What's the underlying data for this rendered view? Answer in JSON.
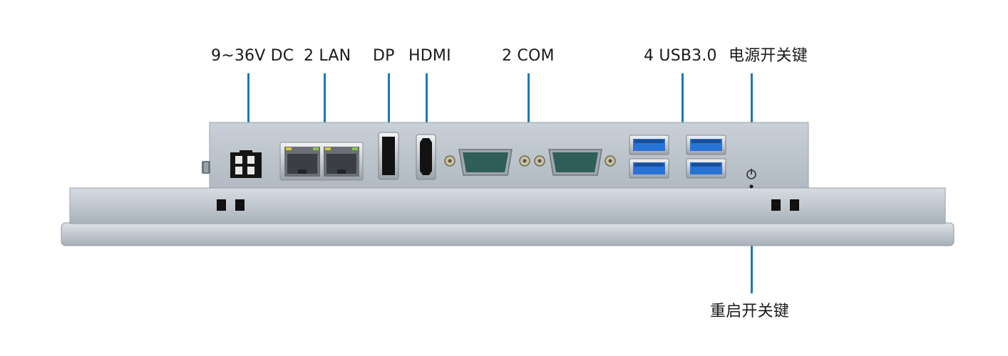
{
  "callouts": {
    "power_input": "9~36V DC",
    "lan": "2 LAN",
    "dp": "DP",
    "hdmi": "HDMI",
    "com": "2 COM",
    "usb": "4 USB3.0",
    "power_switch": "电源开关键",
    "reset_switch": "重启开关键"
  },
  "colors": {
    "leader_line": "#1f78b4",
    "chassis": "#b4bcc4",
    "usb_blue": "#2a73d6",
    "com_green": "#2f5d58"
  },
  "icons": {
    "power_button": "power-icon"
  }
}
